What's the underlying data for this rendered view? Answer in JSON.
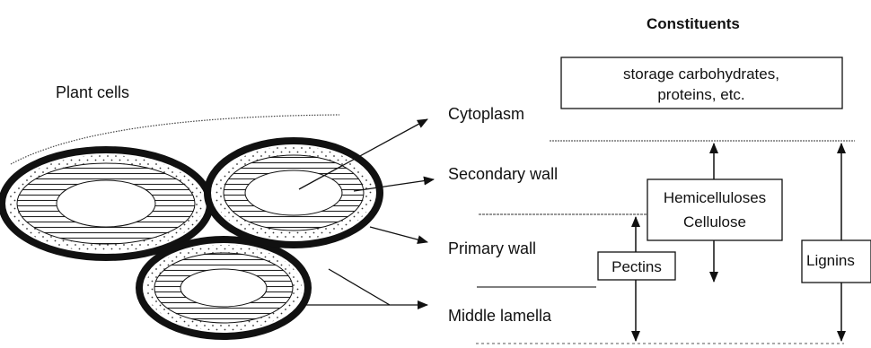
{
  "diagram": {
    "heading": "Constituents",
    "plant_cells_label": "Plant cells",
    "layers": {
      "cytoplasm": "Cytoplasm",
      "secondary_wall": "Secondary wall",
      "primary_wall": "Primary wall",
      "middle_lamella": "Middle lamella"
    },
    "boxes": {
      "storage_line1": "storage carbohydrates,",
      "storage_line2": "proteins, etc.",
      "hemi_line1": "Hemicelluloses",
      "hemi_line2": "Cellulose",
      "pectins": "Pectins",
      "lignins": "Lignins"
    }
  }
}
